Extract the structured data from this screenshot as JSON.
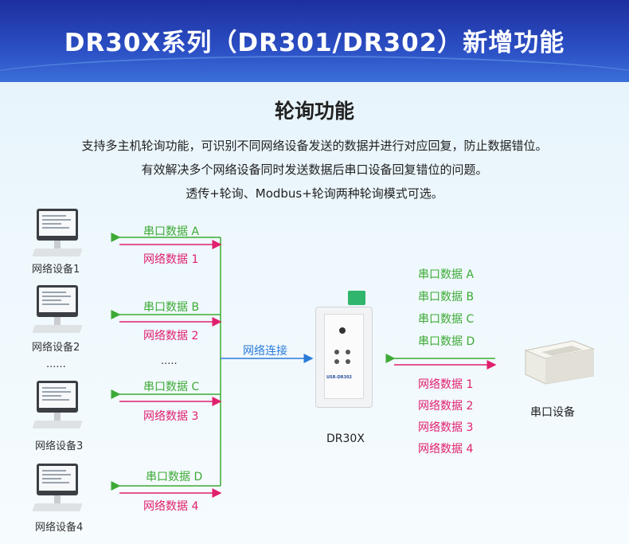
{
  "banner": {
    "title": "DR30X系列（DR301/DR302）新增功能"
  },
  "section": {
    "title": "轮询功能",
    "lines": [
      "支持多主机轮询功能，可识别不同网络设备发送的数据并进行对应回复，防止数据错位。",
      "有效解决多个网络设备同时发送数据后串口设备回复错位的问题。",
      "透传+轮询、Modbus+轮询两种轮询模式可选。"
    ]
  },
  "hosts": [
    {
      "label": "网络设备1",
      "serial": "串口数据 A",
      "net": "网络数据 1"
    },
    {
      "label": "网络设备2",
      "serial": "串口数据 B",
      "net": "网络数据 2"
    },
    {
      "label": "网络设备3",
      "serial": "串口数据 C",
      "net": "网络数据 3"
    },
    {
      "label": "网络设备4",
      "serial": "串口数据 D",
      "net": "网络数据 4"
    }
  ],
  "ellipsis_left": "......",
  "ellipsis_mid": ".....",
  "link_label": "网络连接",
  "device": {
    "name": "DR30X",
    "brand": "USR-DR302"
  },
  "right_serial": [
    "串口数据 A",
    "串口数据 B",
    "串口数据 C",
    "串口数据 D"
  ],
  "right_net": [
    "网络数据 1",
    "网络数据 2",
    "网络数据 3",
    "网络数据 4"
  ],
  "serial_device": {
    "label": "串口设备"
  },
  "colors": {
    "serial": "#3daa35",
    "network": "#e0206e",
    "link": "#2a7ad8",
    "banner": "#2b4fc4"
  }
}
